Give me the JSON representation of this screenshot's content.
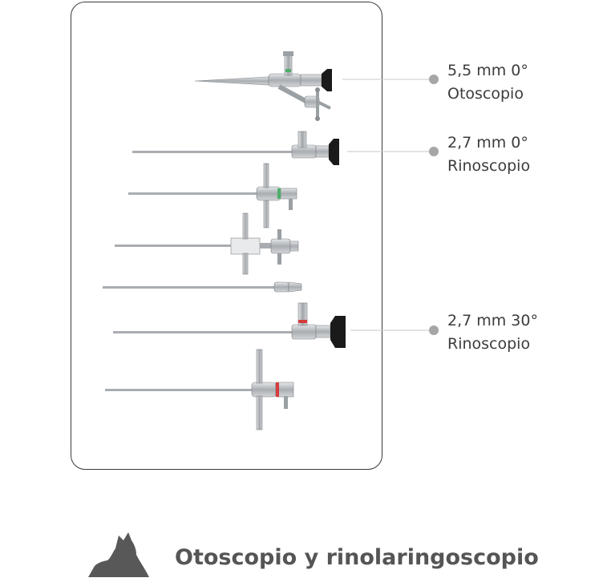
{
  "labels": [
    {
      "size": "5,5 mm 0°",
      "name": "Otoscopio"
    },
    {
      "size": "2,7 mm 0°",
      "name": "Rinoscopio"
    },
    {
      "size": "2,7 mm 30°",
      "name": "Rinoscopio"
    }
  ],
  "footer": {
    "title": "Otoscopio y rinolaringoscopio",
    "icon": "dog-head-silhouette-icon"
  },
  "colors": {
    "panel_border": "#3a3a3a",
    "leader_line": "#c8c8c8",
    "leader_dot": "#a6a6a6",
    "text": "#3c3c3c",
    "footer_text": "#555555",
    "icon_fill": "#585858",
    "eyepiece": "#1a1a1a",
    "metal": "#b8bcc0"
  }
}
